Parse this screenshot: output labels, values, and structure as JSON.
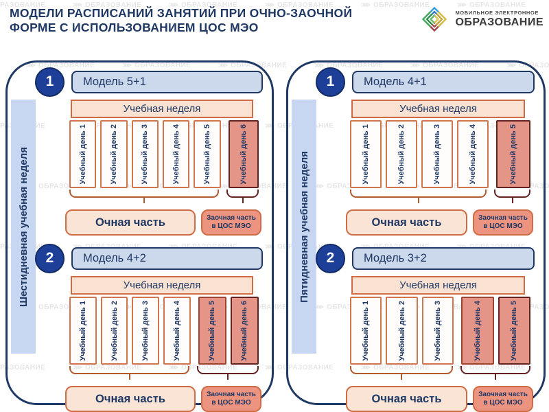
{
  "header": {
    "title_line1": "МОДЕЛИ РАСПИСАНИЙ ЗАНЯТИЙ  ПРИ ОЧНО-ЗАОЧНОЙ",
    "title_line2": "ФОРМЕ С ИСПОЛЬЗОВАНИЕМ ЦОС МЭО",
    "logo_line1": "МОБИЛЬНОЕ ЭЛЕКТРОННОЕ",
    "logo_line2": "ОБРАЗОВАНИЕ"
  },
  "watermark": {
    "glyph": "⋙",
    "text": "ОБРАЗОВАНИЕ"
  },
  "colors": {
    "navy": "#1f3864",
    "circle_blue": "#1d3f97",
    "side_strip_blue": "#c7d6f1",
    "model_box_fill": "#ccd9ed",
    "peach_fill": "#fae4d5",
    "orange_border": "#cf6b45",
    "salmon_fill": "#e59488",
    "salmon_label_fill": "#ec9480",
    "dark_red_border": "#632421",
    "bracket_orange": "#b05a2e"
  },
  "panels": [
    {
      "side_label": "Шестидневная учебная неделя",
      "models": [
        {
          "number": "1",
          "name": "Модель 5+1",
          "week_label": "Учебная неделя",
          "days_inperson": [
            "Учебный день 1",
            "Учебный день 2",
            "Учебный день 3",
            "Учебный день 4",
            "Учебный день 5"
          ],
          "days_remote": [
            "Учебный день 6"
          ],
          "inperson_label": "Очная часть",
          "remote_label": "Заочная часть в ЦОС МЭО"
        },
        {
          "number": "2",
          "name": "Модель 4+2",
          "week_label": "Учебная неделя",
          "days_inperson": [
            "Учебный день 1",
            "Учебный день 2",
            "Учебный день 3",
            "Учебный день 4"
          ],
          "days_remote": [
            "Учебный день 5",
            "Учебный день 6"
          ],
          "inperson_label": "Очная часть",
          "remote_label": "Заочная часть в ЦОС МЭО"
        }
      ]
    },
    {
      "side_label": "Пятидневная учебная неделя",
      "models": [
        {
          "number": "1",
          "name": "Модель 4+1",
          "week_label": "Учебная неделя",
          "days_inperson": [
            "Учебный день 1",
            "Учебный день 2",
            "Учебный день 3",
            "Учебный день 4"
          ],
          "days_remote": [
            "Учебный день 5"
          ],
          "inperson_label": "Очная часть",
          "remote_label": "Заочная часть в ЦОС МЭО"
        },
        {
          "number": "2",
          "name": "Модель 3+2",
          "week_label": "Учебная неделя",
          "days_inperson": [
            "Учебный день 1",
            "Учебный день 2",
            "Учебный день 3"
          ],
          "days_remote": [
            "Учебный день 4",
            "Учебный день 5"
          ],
          "inperson_label": "Очная часть",
          "remote_label": "Заочная часть в ЦОС МЭО"
        }
      ]
    }
  ]
}
